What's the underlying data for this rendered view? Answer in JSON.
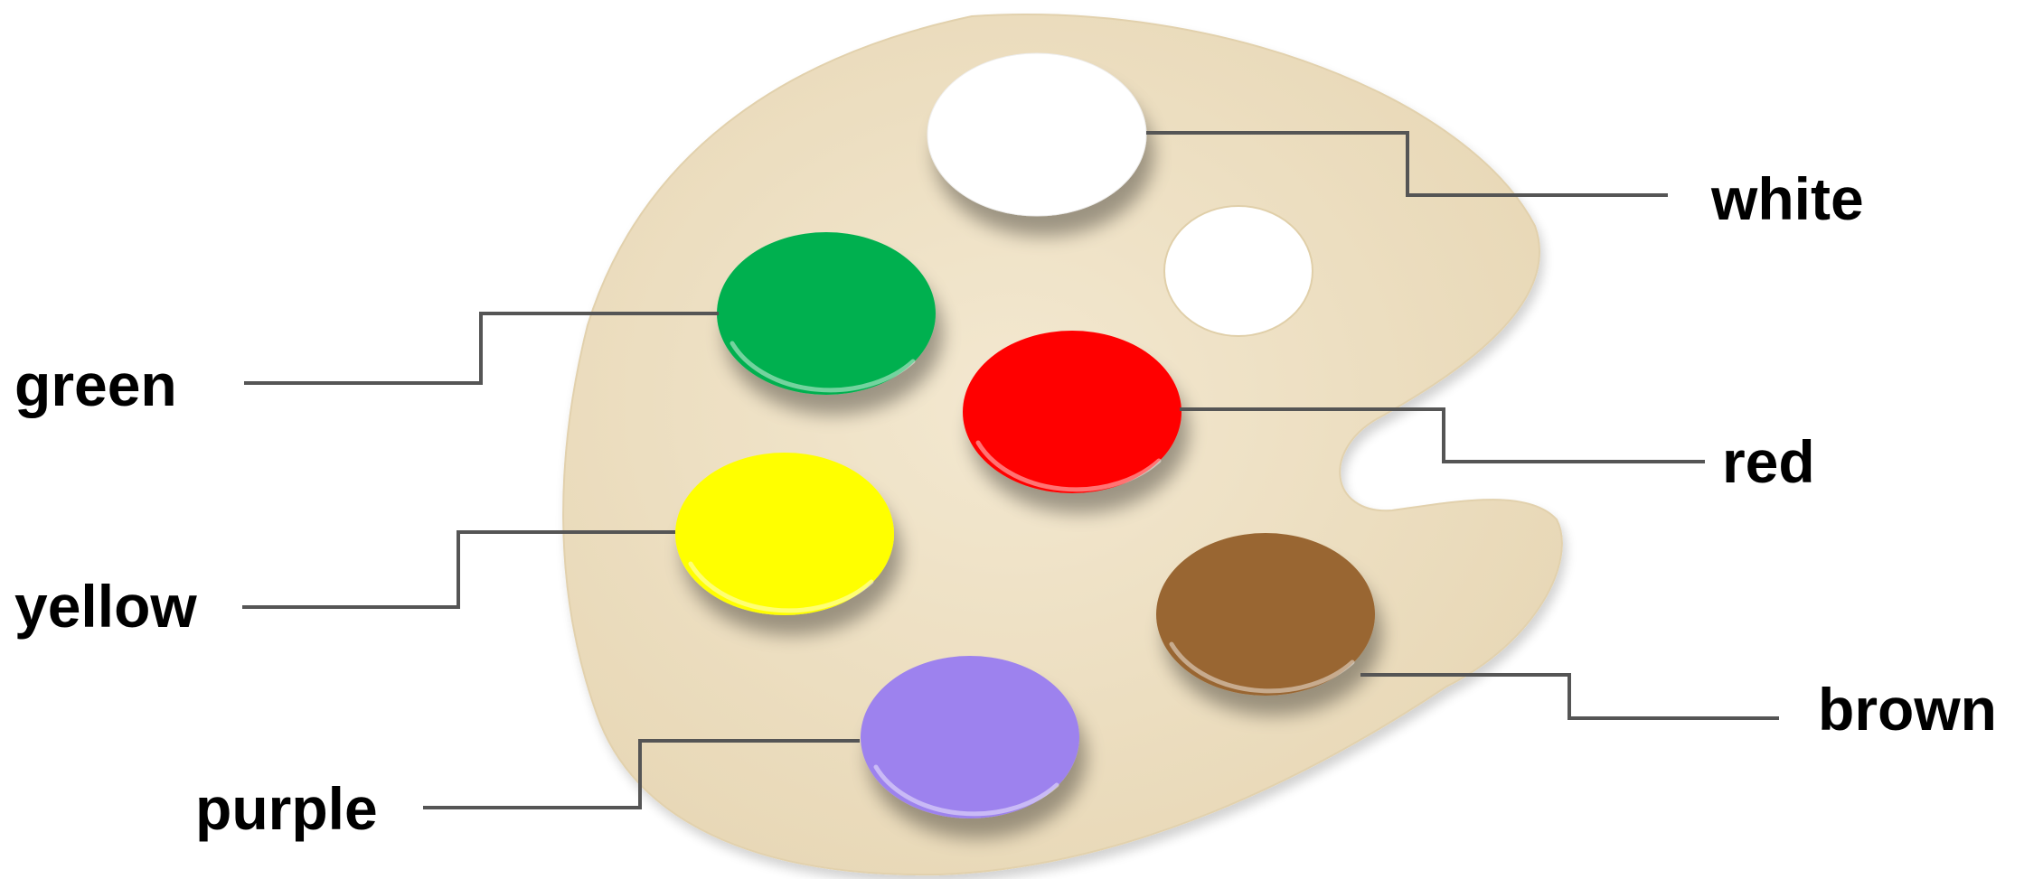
{
  "colors": [
    {
      "id": "white",
      "label": "white",
      "fill": "#ffffff"
    },
    {
      "id": "green",
      "label": "green",
      "fill": "#00b050"
    },
    {
      "id": "red",
      "label": "red",
      "fill": "#ff0000"
    },
    {
      "id": "yellow",
      "label": "yellow",
      "fill": "#ffff00"
    },
    {
      "id": "brown",
      "label": "brown",
      "fill": "#996633"
    },
    {
      "id": "purple",
      "label": "purple",
      "fill": "#9d82ee"
    }
  ],
  "palette": {
    "wood_color": "#efe1c4",
    "wood_edge_color": "#e2d1ad"
  },
  "leader_color": "#555555"
}
